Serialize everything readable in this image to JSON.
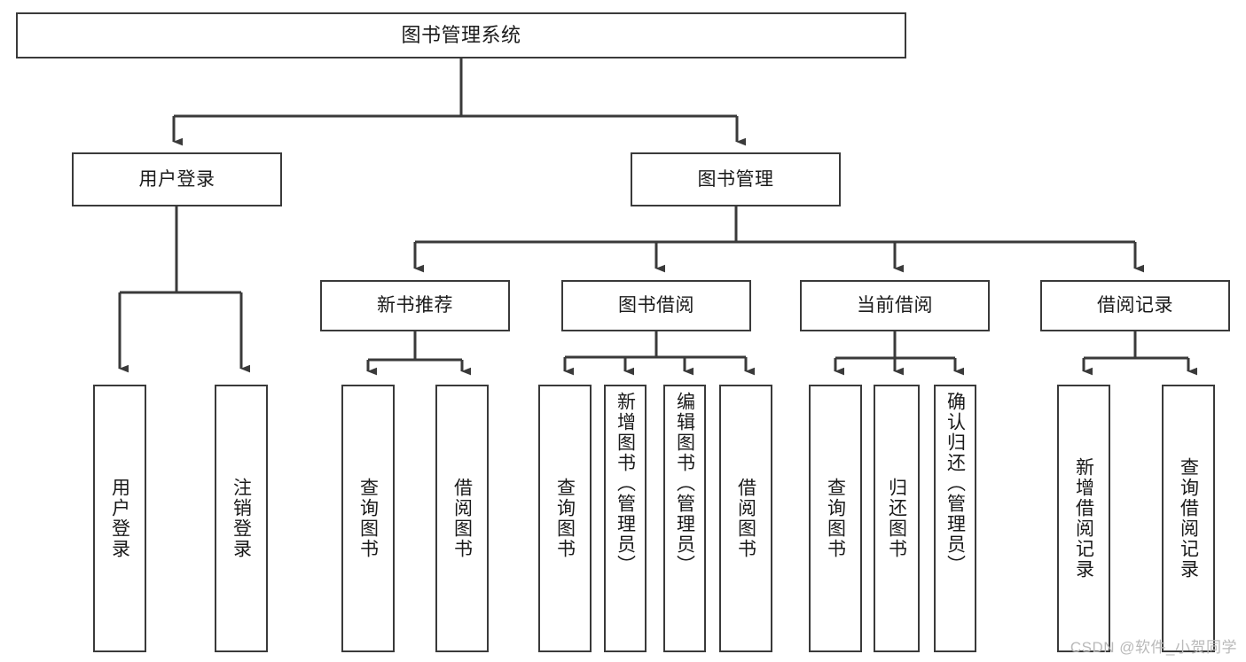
{
  "diagram": {
    "title": "图书管理系统",
    "type": "functional-structure-tree",
    "orientation": "top-down",
    "colors": {
      "background": "#ffffff",
      "node_border": "#3a3a3a",
      "node_fill": "#ffffff",
      "edge": "#3a3a3a",
      "text": "#1a1a1a",
      "watermark": "#b9b9b9"
    },
    "watermark": "CSDN @软件_小贺同学",
    "levels": [
      {
        "level": 1,
        "nodes": [
          {
            "id": "root",
            "label": "图书管理系统",
            "orientation": "horizontal"
          }
        ]
      },
      {
        "level": 2,
        "nodes": [
          {
            "id": "login",
            "label": "用户登录",
            "orientation": "horizontal",
            "parent": "root"
          },
          {
            "id": "bookmgmt",
            "label": "图书管理",
            "orientation": "horizontal",
            "parent": "root"
          }
        ]
      },
      {
        "level": 3,
        "nodes": [
          {
            "id": "newbook",
            "label": "新书推荐",
            "orientation": "horizontal",
            "parent": "bookmgmt"
          },
          {
            "id": "borrow",
            "label": "图书借阅",
            "orientation": "horizontal",
            "parent": "bookmgmt"
          },
          {
            "id": "current",
            "label": "当前借阅",
            "orientation": "horizontal",
            "parent": "bookmgmt"
          },
          {
            "id": "record",
            "label": "借阅记录",
            "orientation": "horizontal",
            "parent": "bookmgmt"
          }
        ]
      },
      {
        "level": 4,
        "nodes": [
          {
            "id": "leaf1",
            "label": "用户登录",
            "orientation": "vertical",
            "parent": "login"
          },
          {
            "id": "leaf2",
            "label": "注销登录",
            "orientation": "vertical",
            "parent": "login"
          },
          {
            "id": "leaf3",
            "label": "查询图书",
            "orientation": "vertical",
            "parent": "newbook"
          },
          {
            "id": "leaf4",
            "label": "借阅图书",
            "orientation": "vertical",
            "parent": "newbook"
          },
          {
            "id": "leaf5",
            "label": "查询图书",
            "orientation": "vertical",
            "parent": "borrow"
          },
          {
            "id": "leaf6",
            "label": "新增图书（管理员）",
            "orientation": "vertical",
            "parent": "borrow"
          },
          {
            "id": "leaf7",
            "label": "编辑图书（管理员）",
            "orientation": "vertical",
            "parent": "borrow"
          },
          {
            "id": "leaf8",
            "label": "借阅图书",
            "orientation": "vertical",
            "parent": "borrow"
          },
          {
            "id": "leaf9",
            "label": "查询图书",
            "orientation": "vertical",
            "parent": "current"
          },
          {
            "id": "leaf10",
            "label": "归还图书",
            "orientation": "vertical",
            "parent": "current"
          },
          {
            "id": "leaf11",
            "label": "确认归还（管理员）",
            "orientation": "vertical",
            "parent": "current"
          },
          {
            "id": "leaf12",
            "label": "新增借阅记录",
            "orientation": "vertical",
            "parent": "record"
          },
          {
            "id": "leaf13",
            "label": "查询借阅记录",
            "orientation": "vertical",
            "parent": "record"
          }
        ]
      }
    ]
  }
}
